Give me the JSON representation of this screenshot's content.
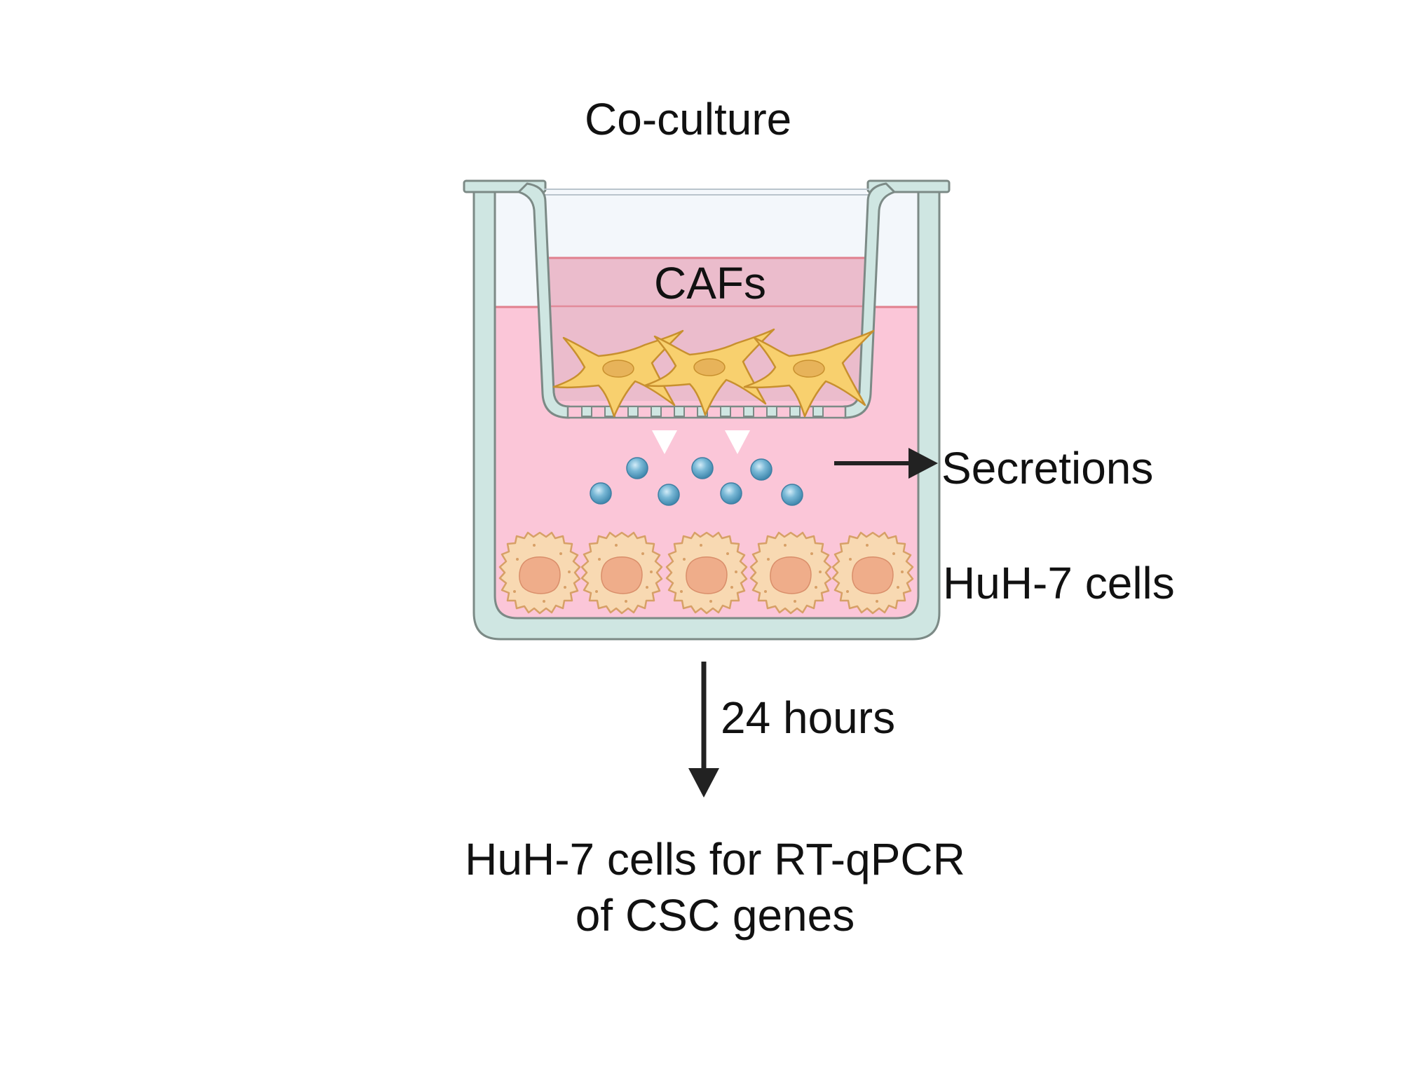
{
  "title": "Co-culture",
  "labels": {
    "cafs": "CAFs",
    "secretions": "Secretions",
    "huh7_cells": "HuH-7 cells",
    "duration": "24 hours",
    "result_line1": "HuH-7 cells for RT-qPCR",
    "result_line2": "of CSC genes"
  },
  "colors": {
    "well_wall": "#cfe6e2",
    "outline": "#7c8a86",
    "medium": "#fbc6d8",
    "medium_line": "#e0808e",
    "insert_medium": "#ebbccc",
    "caf_cell": "#f8d06e",
    "caf_nucleus": "#e7b35a",
    "secretion": "#6fb2d2",
    "huh7_cell": "#f8d9b2",
    "huh7_nucleus": "#efad8a",
    "arrow": "#222222"
  },
  "icons": [
    "caf-fibroblast-icon",
    "secretion-molecule-icon",
    "huh7-cell-icon",
    "white-triangle-icon"
  ]
}
